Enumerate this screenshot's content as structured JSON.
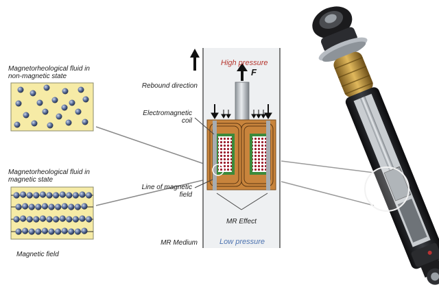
{
  "labels": {
    "fluid_non_magnetic": "Magnetorheological fluid in non-magnetic state",
    "fluid_magnetic": "Magnetorheological fluid in magnetic state",
    "magnetic_field": "Magnetic field",
    "rebound_direction": "Rebound direction",
    "high_pressure": "High pressure",
    "force": "F",
    "electromagnetic_coil": "Electromagnetic coil",
    "line_of_magnetic_field": "Line of magnetic field",
    "mr_effect": "MR Effect",
    "mr_medium": "MR Medium",
    "low_pressure": "Low pressure"
  },
  "colors": {
    "panel_fill": "#f6eba6",
    "particle": "#4f6490",
    "coil_copper": "#c8843c",
    "high_pressure_text": "#b5352d",
    "low_pressure_text": "#4d73b0",
    "tube_fill": "#eef0f2"
  }
}
